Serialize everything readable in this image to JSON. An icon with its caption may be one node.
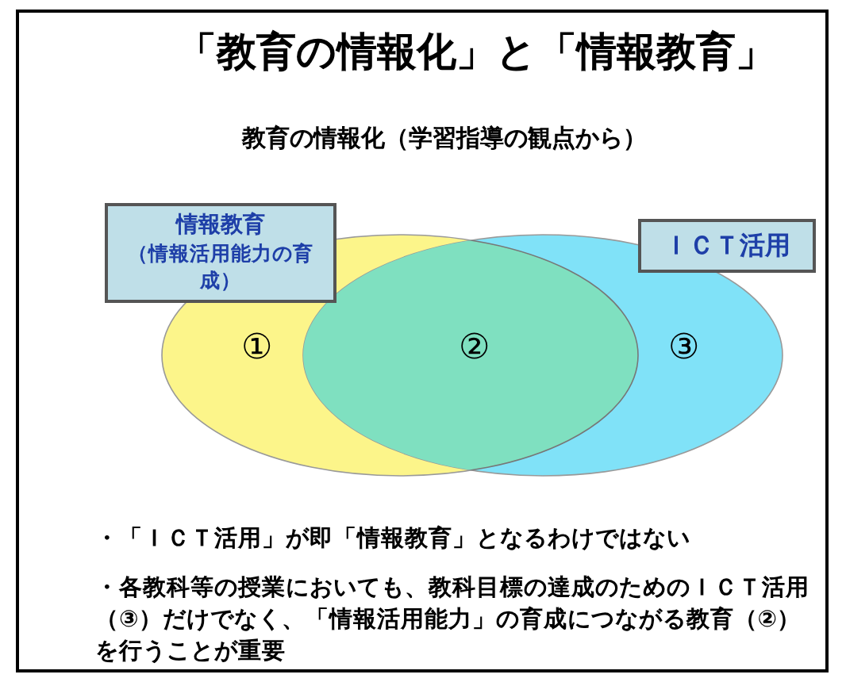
{
  "diagram": {
    "title": "「教育の情報化」と「情報教育」",
    "caption": "教育の情報化（学習指導の観点から）",
    "nodes": [
      {
        "text": [
          "情報教育",
          "（情報活用能力の育成）"
        ]
      },
      {
        "text": [
          "ＩＣＴ活用"
        ]
      }
    ],
    "edges": [],
    "labels": [
      "①",
      "②",
      "③",
      "・「ＩＣＴ活用」が即「情報教育」となるわけではない",
      "・各教科等の授業においても、教科目標の達成のためのＩＣＴ活用（③）だけでなく、「情報活用能力」の育成につながる教育（②）を行うことが重要"
    ]
  }
}
